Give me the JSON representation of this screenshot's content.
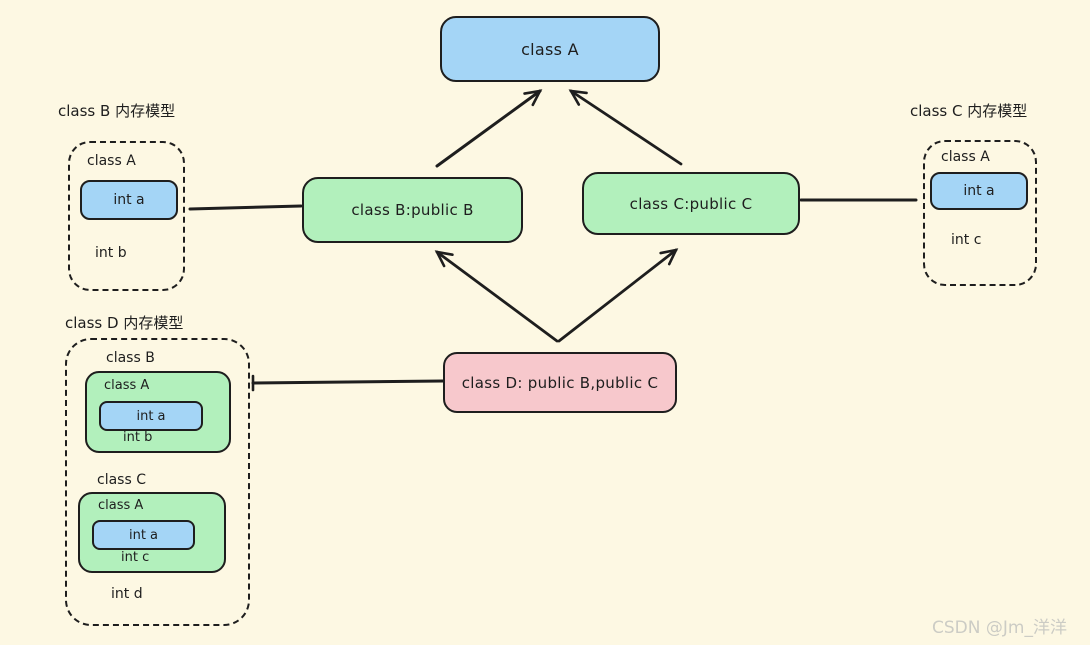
{
  "diagram": {
    "nodes": {
      "a": {
        "label": "class A"
      },
      "b": {
        "label": "class B:public B"
      },
      "c": {
        "label": "class C:public C"
      },
      "d": {
        "label": "class D: public B,public C"
      }
    },
    "memory_b": {
      "title": "class B 内存模型",
      "class_a_label": "class A",
      "int_a": "int a",
      "int_b": "int b"
    },
    "memory_c": {
      "title": "class C 内存模型",
      "class_a_label": "class A",
      "int_a": "int a",
      "int_c": "int c"
    },
    "memory_d": {
      "title": "class D 内存模型",
      "class_b": {
        "label": "class B",
        "class_a_label": "class A",
        "int_a": "int a",
        "int_b": "int b"
      },
      "class_c": {
        "label": "class C",
        "class_a_label": "class A",
        "int_a": "int a",
        "int_c": "int c"
      },
      "int_d": "int d"
    },
    "colors": {
      "background": "#fdf8e3",
      "ink": "#1e1e1e",
      "node_blue": "#a4d5f6",
      "node_green": "#b2f0bc",
      "node_pink": "#f7c8cc",
      "watermark_gray": "#ccccc5"
    }
  },
  "watermark": "CSDN @Jm_洋洋"
}
